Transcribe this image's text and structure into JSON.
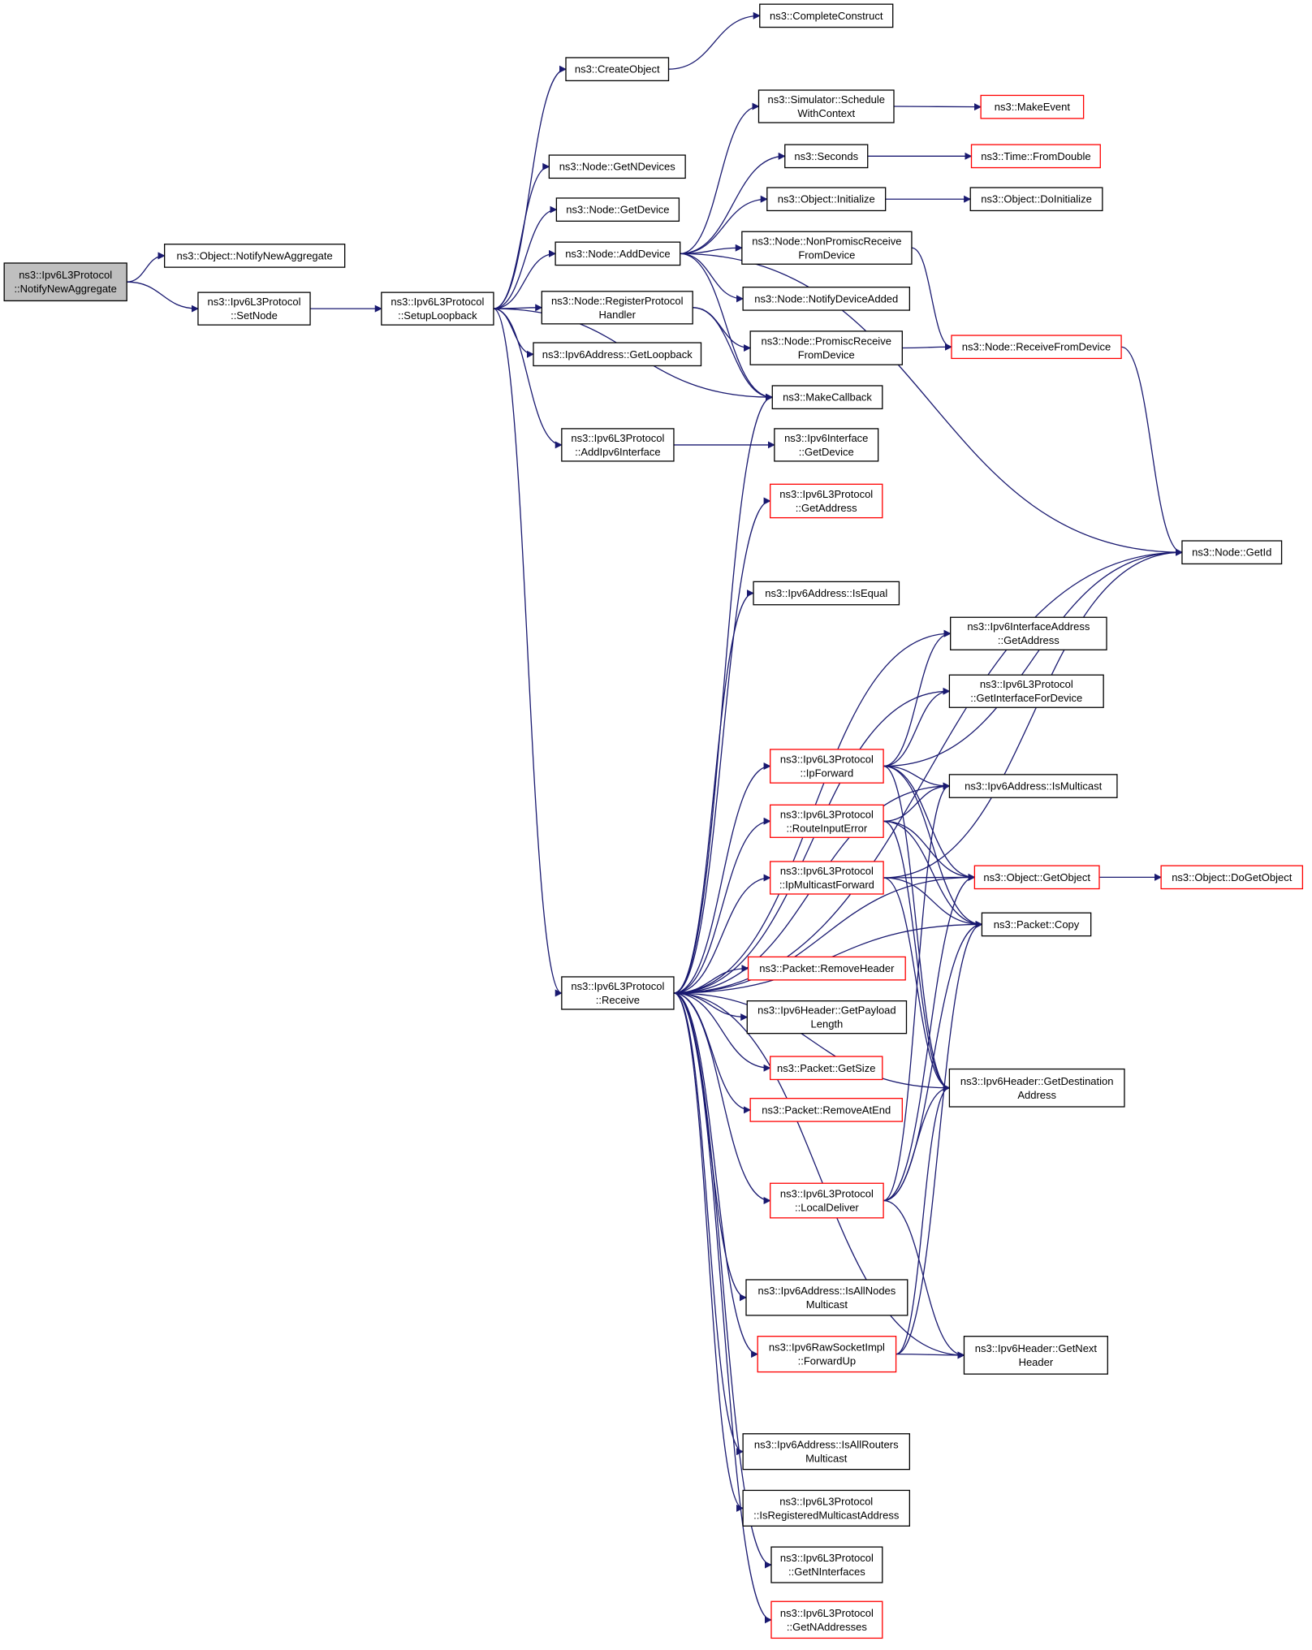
{
  "colors": {
    "edge": "#191970",
    "normal_border": "#000000",
    "error_border": "#ff0000",
    "root_fill": "#bfbfbf"
  },
  "nodes": [
    {
      "id": "root",
      "lines": [
        "ns3::Ipv6L3Protocol",
        "::NotifyNewAggregate"
      ],
      "style": "root"
    },
    {
      "id": "notifyNewAggregate",
      "lines": [
        "ns3::Object::NotifyNewAggregate"
      ],
      "style": "normal"
    },
    {
      "id": "setNode",
      "lines": [
        "ns3::Ipv6L3Protocol",
        "::SetNode"
      ],
      "style": "normal"
    },
    {
      "id": "setupLoopback",
      "lines": [
        "ns3::Ipv6L3Protocol",
        "::SetupLoopback"
      ],
      "style": "normal"
    },
    {
      "id": "createObject",
      "lines": [
        "ns3::CreateObject"
      ],
      "style": "normal"
    },
    {
      "id": "completeConstruct",
      "lines": [
        "ns3::CompleteConstruct"
      ],
      "style": "normal"
    },
    {
      "id": "getNDevices",
      "lines": [
        "ns3::Node::GetNDevices"
      ],
      "style": "normal"
    },
    {
      "id": "getDevice",
      "lines": [
        "ns3::Node::GetDevice"
      ],
      "style": "normal"
    },
    {
      "id": "addDevice",
      "lines": [
        "ns3::Node::AddDevice"
      ],
      "style": "normal"
    },
    {
      "id": "registerProtocolHandler",
      "lines": [
        "ns3::Node::RegisterProtocol",
        "Handler"
      ],
      "style": "normal"
    },
    {
      "id": "getLoopback",
      "lines": [
        "ns3::Ipv6Address::GetLoopback"
      ],
      "style": "normal"
    },
    {
      "id": "addIpv6Interface",
      "lines": [
        "ns3::Ipv6L3Protocol",
        "::AddIpv6Interface"
      ],
      "style": "normal"
    },
    {
      "id": "scheduleWithContext",
      "lines": [
        "ns3::Simulator::Schedule",
        "WithContext"
      ],
      "style": "normal"
    },
    {
      "id": "makeEvent",
      "lines": [
        "ns3::MakeEvent"
      ],
      "style": "red"
    },
    {
      "id": "seconds",
      "lines": [
        "ns3::Seconds"
      ],
      "style": "normal"
    },
    {
      "id": "fromDouble",
      "lines": [
        "ns3::Time::FromDouble"
      ],
      "style": "red"
    },
    {
      "id": "initialize",
      "lines": [
        "ns3::Object::Initialize"
      ],
      "style": "normal"
    },
    {
      "id": "doInitialize",
      "lines": [
        "ns3::Object::DoInitialize"
      ],
      "style": "normal"
    },
    {
      "id": "nonPromiscReceive",
      "lines": [
        "ns3::Node::NonPromiscReceive",
        "FromDevice"
      ],
      "style": "normal"
    },
    {
      "id": "notifyDeviceAdded",
      "lines": [
        "ns3::Node::NotifyDeviceAdded"
      ],
      "style": "normal"
    },
    {
      "id": "promiscReceive",
      "lines": [
        "ns3::Node::PromiscReceive",
        "FromDevice"
      ],
      "style": "normal"
    },
    {
      "id": "receiveFromDevice",
      "lines": [
        "ns3::Node::ReceiveFromDevice"
      ],
      "style": "red"
    },
    {
      "id": "makeCallback",
      "lines": [
        "ns3::MakeCallback"
      ],
      "style": "normal"
    },
    {
      "id": "ifaceGetDevice",
      "lines": [
        "ns3::Ipv6Interface",
        "::GetDevice"
      ],
      "style": "normal"
    },
    {
      "id": "getAddress",
      "lines": [
        "ns3::Ipv6L3Protocol",
        "::GetAddress"
      ],
      "style": "red"
    },
    {
      "id": "getId",
      "lines": [
        "ns3::Node::GetId"
      ],
      "style": "normal"
    },
    {
      "id": "isEqual",
      "lines": [
        "ns3::Ipv6Address::IsEqual"
      ],
      "style": "normal"
    },
    {
      "id": "ifaceAddrGetAddress",
      "lines": [
        "ns3::Ipv6InterfaceAddress",
        "::GetAddress"
      ],
      "style": "normal"
    },
    {
      "id": "getInterfaceForDevice",
      "lines": [
        "ns3::Ipv6L3Protocol",
        "::GetInterfaceForDevice"
      ],
      "style": "normal"
    },
    {
      "id": "ipForward",
      "lines": [
        "ns3::Ipv6L3Protocol",
        "::IpForward"
      ],
      "style": "red"
    },
    {
      "id": "isMulticast",
      "lines": [
        "ns3::Ipv6Address::IsMulticast"
      ],
      "style": "normal"
    },
    {
      "id": "routeInputError",
      "lines": [
        "ns3::Ipv6L3Protocol",
        "::RouteInputError"
      ],
      "style": "red"
    },
    {
      "id": "ipMulticastForward",
      "lines": [
        "ns3::Ipv6L3Protocol",
        "::IpMulticastForward"
      ],
      "style": "red"
    },
    {
      "id": "getObject",
      "lines": [
        "ns3::Object::GetObject"
      ],
      "style": "red"
    },
    {
      "id": "doGetObject",
      "lines": [
        "ns3::Object::DoGetObject"
      ],
      "style": "red"
    },
    {
      "id": "packetCopy",
      "lines": [
        "ns3::Packet::Copy"
      ],
      "style": "normal"
    },
    {
      "id": "receive",
      "lines": [
        "ns3::Ipv6L3Protocol",
        "::Receive"
      ],
      "style": "normal"
    },
    {
      "id": "removeHeader",
      "lines": [
        "ns3::Packet::RemoveHeader"
      ],
      "style": "red"
    },
    {
      "id": "getPayloadLength",
      "lines": [
        "ns3::Ipv6Header::GetPayload",
        "Length"
      ],
      "style": "normal"
    },
    {
      "id": "getSize",
      "lines": [
        "ns3::Packet::GetSize"
      ],
      "style": "red"
    },
    {
      "id": "removeAtEnd",
      "lines": [
        "ns3::Packet::RemoveAtEnd"
      ],
      "style": "red"
    },
    {
      "id": "getDestinationAddress",
      "lines": [
        "ns3::Ipv6Header::GetDestination",
        "Address"
      ],
      "style": "normal"
    },
    {
      "id": "localDeliver",
      "lines": [
        "ns3::Ipv6L3Protocol",
        "::LocalDeliver"
      ],
      "style": "red"
    },
    {
      "id": "isAllNodesMulticast",
      "lines": [
        "ns3::Ipv6Address::IsAllNodes",
        "Multicast"
      ],
      "style": "normal"
    },
    {
      "id": "forwardUp",
      "lines": [
        "ns3::Ipv6RawSocketImpl",
        "::ForwardUp"
      ],
      "style": "red"
    },
    {
      "id": "getNextHeader",
      "lines": [
        "ns3::Ipv6Header::GetNext",
        "Header"
      ],
      "style": "normal"
    },
    {
      "id": "isAllRoutersMulticast",
      "lines": [
        "ns3::Ipv6Address::IsAllRouters",
        "Multicast"
      ],
      "style": "normal"
    },
    {
      "id": "isRegisteredMulticastAddress",
      "lines": [
        "ns3::Ipv6L3Protocol",
        "::IsRegisteredMulticastAddress"
      ],
      "style": "normal"
    },
    {
      "id": "getNInterfaces",
      "lines": [
        "ns3::Ipv6L3Protocol",
        "::GetNInterfaces"
      ],
      "style": "normal"
    },
    {
      "id": "getNAddresses",
      "lines": [
        "ns3::Ipv6L3Protocol",
        "::GetNAddresses"
      ],
      "style": "red"
    }
  ],
  "edges": [
    [
      "root",
      "notifyNewAggregate"
    ],
    [
      "root",
      "setNode"
    ],
    [
      "setNode",
      "setupLoopback"
    ],
    [
      "setupLoopback",
      "createObject"
    ],
    [
      "setupLoopback",
      "getNDevices"
    ],
    [
      "setupLoopback",
      "getDevice"
    ],
    [
      "setupLoopback",
      "addDevice"
    ],
    [
      "setupLoopback",
      "registerProtocolHandler"
    ],
    [
      "setupLoopback",
      "getLoopback"
    ],
    [
      "setupLoopback",
      "makeCallback"
    ],
    [
      "setupLoopback",
      "addIpv6Interface"
    ],
    [
      "setupLoopback",
      "receive"
    ],
    [
      "createObject",
      "completeConstruct"
    ],
    [
      "addDevice",
      "scheduleWithContext"
    ],
    [
      "addDevice",
      "seconds"
    ],
    [
      "addDevice",
      "initialize"
    ],
    [
      "addDevice",
      "nonPromiscReceive"
    ],
    [
      "addDevice",
      "notifyDeviceAdded"
    ],
    [
      "addDevice",
      "makeCallback"
    ],
    [
      "addDevice",
      "getId"
    ],
    [
      "scheduleWithContext",
      "makeEvent"
    ],
    [
      "seconds",
      "fromDouble"
    ],
    [
      "initialize",
      "doInitialize"
    ],
    [
      "nonPromiscReceive",
      "receiveFromDevice"
    ],
    [
      "promiscReceive",
      "receiveFromDevice"
    ],
    [
      "receiveFromDevice",
      "getId"
    ],
    [
      "registerProtocolHandler",
      "promiscReceive"
    ],
    [
      "registerProtocolHandler",
      "makeCallback"
    ],
    [
      "addIpv6Interface",
      "ifaceGetDevice"
    ],
    [
      "receive",
      "makeCallback"
    ],
    [
      "receive",
      "getAddress"
    ],
    [
      "receive",
      "getId"
    ],
    [
      "receive",
      "isEqual"
    ],
    [
      "receive",
      "ifaceAddrGetAddress"
    ],
    [
      "receive",
      "getInterfaceForDevice"
    ],
    [
      "receive",
      "ipForward"
    ],
    [
      "receive",
      "isMulticast"
    ],
    [
      "receive",
      "routeInputError"
    ],
    [
      "receive",
      "ipMulticastForward"
    ],
    [
      "receive",
      "packetCopy"
    ],
    [
      "receive",
      "removeHeader"
    ],
    [
      "receive",
      "getPayloadLength"
    ],
    [
      "receive",
      "getSize"
    ],
    [
      "receive",
      "removeAtEnd"
    ],
    [
      "receive",
      "getObject"
    ],
    [
      "receive",
      "localDeliver"
    ],
    [
      "receive",
      "getDestinationAddress"
    ],
    [
      "receive",
      "isAllNodesMulticast"
    ],
    [
      "receive",
      "forwardUp"
    ],
    [
      "receive",
      "getNextHeader"
    ],
    [
      "receive",
      "isAllRoutersMulticast"
    ],
    [
      "receive",
      "isRegisteredMulticastAddress"
    ],
    [
      "receive",
      "getNInterfaces"
    ],
    [
      "receive",
      "getNAddresses"
    ],
    [
      "ipForward",
      "ifaceAddrGetAddress"
    ],
    [
      "ipForward",
      "getInterfaceForDevice"
    ],
    [
      "ipForward",
      "getId"
    ],
    [
      "ipForward",
      "isMulticast"
    ],
    [
      "ipForward",
      "getObject"
    ],
    [
      "ipForward",
      "packetCopy"
    ],
    [
      "ipForward",
      "getDestinationAddress"
    ],
    [
      "routeInputError",
      "isMulticast"
    ],
    [
      "routeInputError",
      "getObject"
    ],
    [
      "routeInputError",
      "packetCopy"
    ],
    [
      "routeInputError",
      "getDestinationAddress"
    ],
    [
      "ipMulticastForward",
      "getId"
    ],
    [
      "ipMulticastForward",
      "getObject"
    ],
    [
      "ipMulticastForward",
      "packetCopy"
    ],
    [
      "ipMulticastForward",
      "getDestinationAddress"
    ],
    [
      "getObject",
      "doGetObject"
    ],
    [
      "localDeliver",
      "isMulticast"
    ],
    [
      "localDeliver",
      "getObject"
    ],
    [
      "localDeliver",
      "packetCopy"
    ],
    [
      "localDeliver",
      "getDestinationAddress"
    ],
    [
      "localDeliver",
      "getNextHeader"
    ],
    [
      "forwardUp",
      "packetCopy"
    ],
    [
      "forwardUp",
      "getDestinationAddress"
    ],
    [
      "forwardUp",
      "getNextHeader"
    ]
  ]
}
